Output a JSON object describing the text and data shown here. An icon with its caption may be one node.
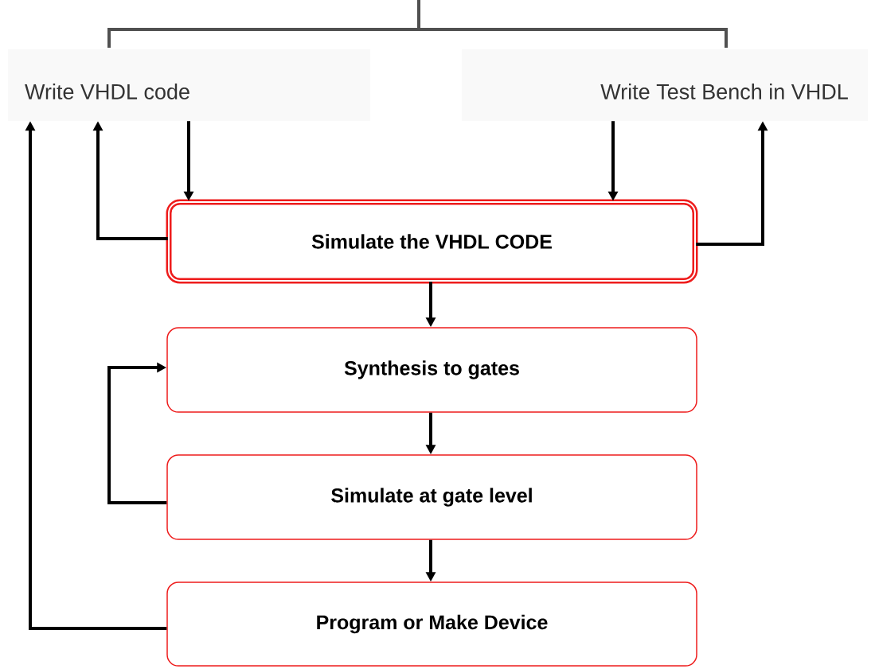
{
  "diagram": {
    "nodes": [
      {
        "text": [
          "Write VHDL code"
        ]
      },
      {
        "text": [
          "Write Test Bench in VHDL"
        ]
      },
      {
        "text": [
          "Simulate the VHDL CODE"
        ]
      },
      {
        "text": [
          "Synthesis to gates"
        ]
      },
      {
        "text": [
          "Simulate at gate level"
        ]
      },
      {
        "text": [
          "Program or Make Device"
        ]
      }
    ],
    "edges": [
      {
        "from": 0,
        "to": 2,
        "arrow": "to"
      },
      {
        "from": 2,
        "to": 0,
        "arrow": "to"
      },
      {
        "from": 1,
        "to": 2,
        "arrow": "to"
      },
      {
        "from": 2,
        "to": 1,
        "arrow": "to"
      },
      {
        "from": 2,
        "to": 3,
        "arrow": "to"
      },
      {
        "from": 3,
        "to": 4,
        "arrow": "to"
      },
      {
        "from": 4,
        "to": 3,
        "arrow": "to"
      },
      {
        "from": 4,
        "to": 5,
        "arrow": "to"
      },
      {
        "from": 5,
        "to": 0,
        "arrow": "to"
      }
    ]
  }
}
